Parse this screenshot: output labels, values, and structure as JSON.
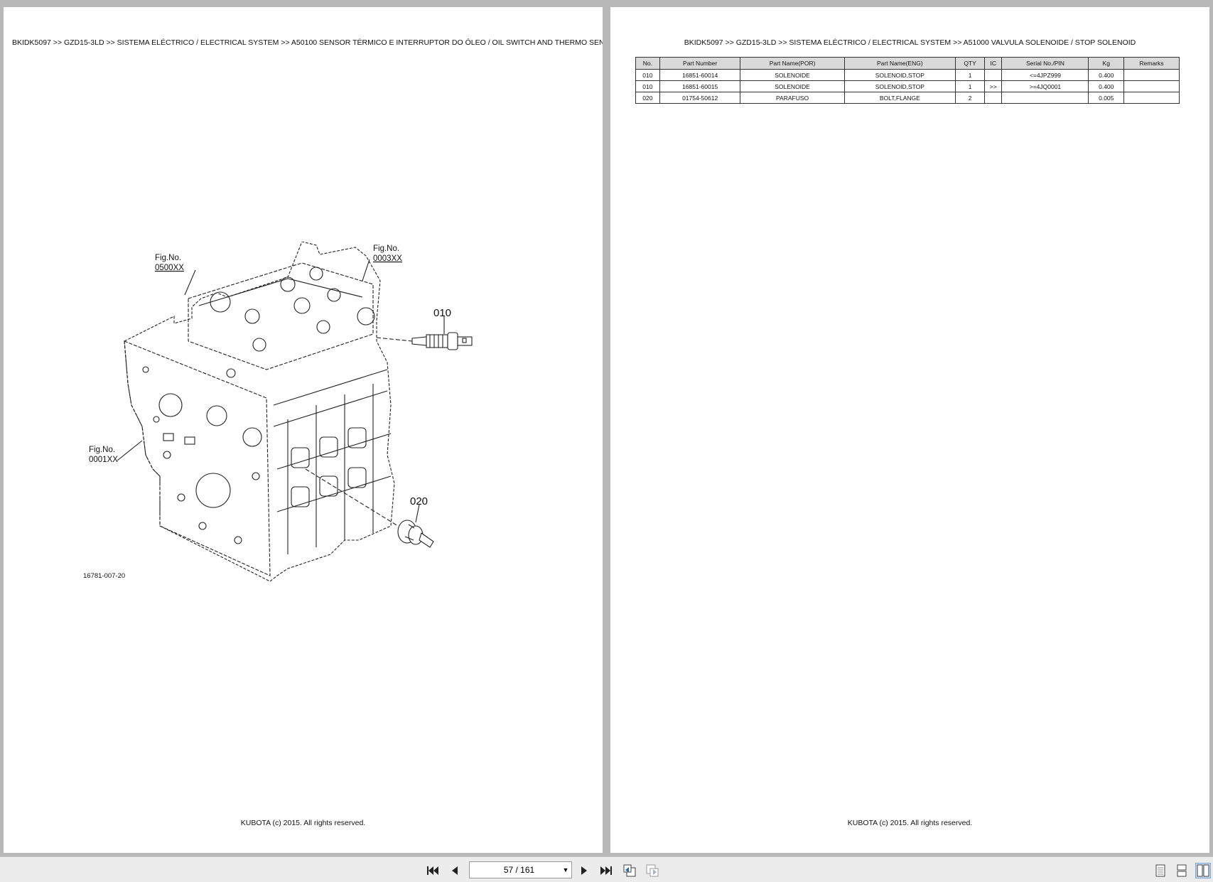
{
  "left_page": {
    "breadcrumb": "BKIDK5097 >> GZD15-3LD >> SISTEMA ELÉCTRICO / ELECTRICAL SYSTEM >> A50100   SENSOR TÉRMICO E INTERRUPTOR DO ÓLEO / OIL SWITCH AND THERMO SENSOR",
    "drawing": {
      "fig_label": "Fig.No.",
      "fig_refs": [
        "0500XX",
        "0003XX",
        "0001XX"
      ],
      "callouts": [
        "010",
        "020"
      ],
      "drawing_number": "16781-007-20"
    },
    "footer": "KUBOTA (c) 2015. All rights reserved."
  },
  "right_page": {
    "breadcrumb": "BKIDK5097 >> GZD15-3LD >> SISTEMA ELÉCTRICO / ELECTRICAL SYSTEM >> A51000   VALVULA SOLENOIDE / STOP SOLENOID",
    "table": {
      "headers": [
        "No.",
        "Part Number",
        "Part Name(POR)",
        "Part Name(ENG)",
        "QTY",
        "IC",
        "Serial No./PIN",
        "Kg",
        "Remarks"
      ],
      "rows": [
        [
          "010",
          "16851-60014",
          "SOLENOIDE",
          "SOLENOID,STOP",
          "1",
          "",
          "<=4JPZ999",
          "0.400",
          ""
        ],
        [
          "010",
          "16851-60015",
          "SOLENOIDE",
          "SOLENOID,STOP",
          "1",
          ">>",
          ">=4JQ0001",
          "0.400",
          ""
        ],
        [
          "020",
          "01754-50612",
          "PARAFUSO",
          "BOLT,FLANGE",
          "2",
          "",
          "",
          "0.005",
          ""
        ]
      ]
    },
    "footer": "KUBOTA (c) 2015. All rights reserved."
  },
  "toolbar": {
    "page_indicator": "57 / 161",
    "icons": [
      "first-page-icon",
      "prev-page-icon",
      "next-page-icon",
      "last-page-icon",
      "go-back-icon",
      "go-forward-icon",
      "single-page-icon",
      "continuous-icon",
      "two-page-icon"
    ]
  }
}
